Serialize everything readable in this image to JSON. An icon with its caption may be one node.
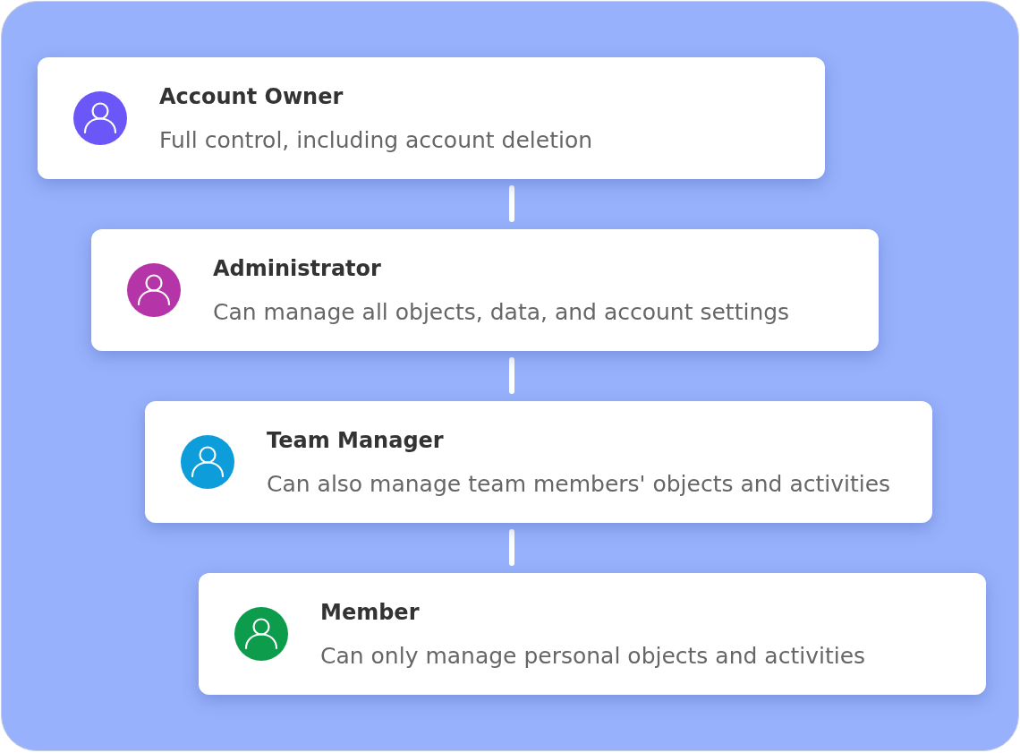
{
  "diagram": {
    "nodes": [
      {
        "text": [
          "Account Owner",
          "Full control, including account deletion"
        ]
      },
      {
        "text": [
          "Administrator",
          "Can manage all objects, data, and account settings"
        ]
      },
      {
        "text": [
          "Team Manager",
          "Can also manage team members' objects and activities"
        ]
      },
      {
        "text": [
          "Member",
          "Can only manage personal objects and activities"
        ]
      }
    ],
    "edges": [
      {
        "from": 0,
        "to": 1,
        "arrow": "none"
      },
      {
        "from": 1,
        "to": 2,
        "arrow": "none"
      },
      {
        "from": 2,
        "to": 3,
        "arrow": "none"
      }
    ]
  }
}
